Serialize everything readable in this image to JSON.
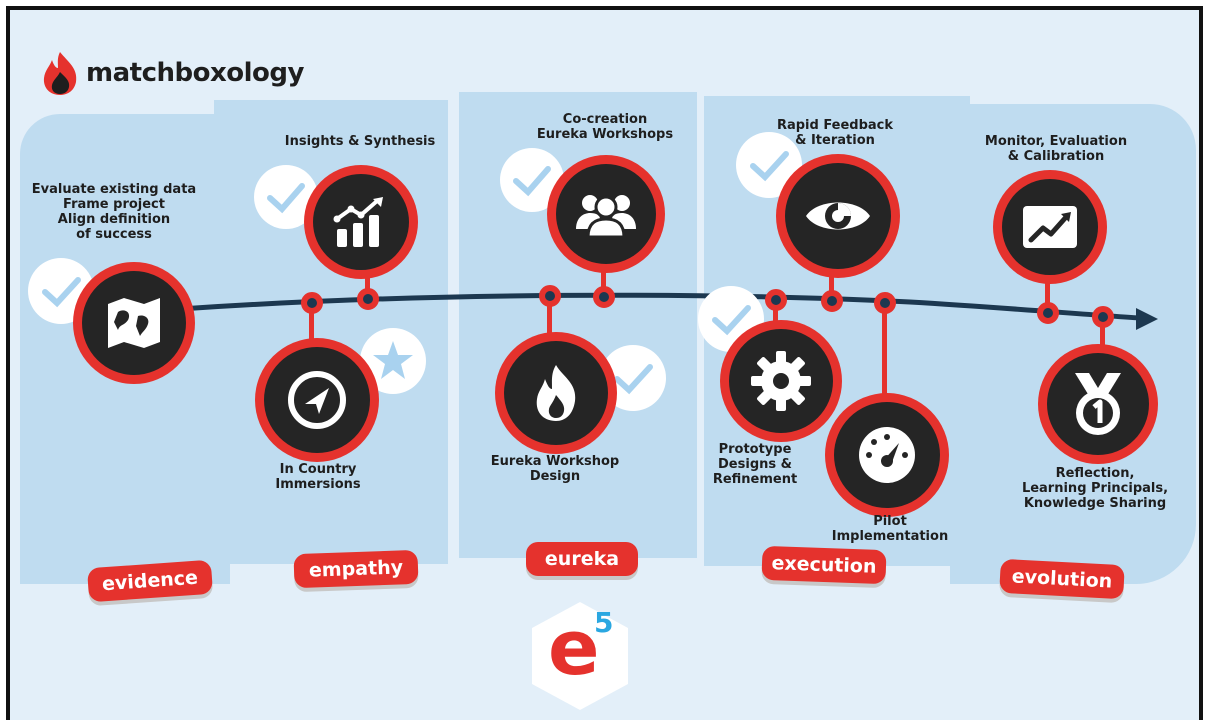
{
  "brand": {
    "name": "matchboxology",
    "icon": "flame-icon"
  },
  "phases": [
    {
      "id": "evidence",
      "label": "evidence"
    },
    {
      "id": "empathy",
      "label": "empathy"
    },
    {
      "id": "eureka",
      "label": "eureka"
    },
    {
      "id": "execution",
      "label": "execution"
    },
    {
      "id": "evolution",
      "label": "evolution"
    }
  ],
  "steps": {
    "evaluate": {
      "lines": [
        "Evaluate existing data",
        "Frame project",
        "Align definition",
        "of success"
      ],
      "icon": "map-icon"
    },
    "insights": {
      "lines": [
        "Insights & Synthesis"
      ],
      "icon": "growth-chart-icon"
    },
    "immersions": {
      "lines": [
        "In Country",
        "Immersions"
      ],
      "icon": "compass-icon"
    },
    "cocreation": {
      "lines": [
        "Co-creation",
        "Eureka Workshops"
      ],
      "icon": "people-icon"
    },
    "workshop_design": {
      "lines": [
        "Eureka Workshop",
        "Design"
      ],
      "icon": "flame-icon"
    },
    "rapid_feedback": {
      "lines": [
        "Rapid Feedback",
        "& Iteration"
      ],
      "icon": "eye-icon"
    },
    "prototype": {
      "lines": [
        "Prototype",
        "Designs &",
        "Refinement"
      ],
      "icon": "gear-icon"
    },
    "pilot": {
      "lines": [
        "Pilot",
        "Implementation"
      ],
      "icon": "gauge-icon"
    },
    "monitor": {
      "lines": [
        "Monitor, Evaluation",
        "& Calibration"
      ],
      "icon": "trend-screen-icon"
    },
    "reflection": {
      "lines": [
        "Reflection,",
        "Learning Principals,",
        "Knowledge Sharing"
      ],
      "icon": "medal-icon"
    }
  },
  "badge": {
    "letter": "e",
    "exponent": "5"
  },
  "colors": {
    "red": "#e5322d",
    "dark": "#252525",
    "navy": "#1c3850",
    "band": "#bfdcf0",
    "bg": "#e3eff9",
    "check": "#a9d2ef",
    "exponent": "#2aa7e1"
  }
}
